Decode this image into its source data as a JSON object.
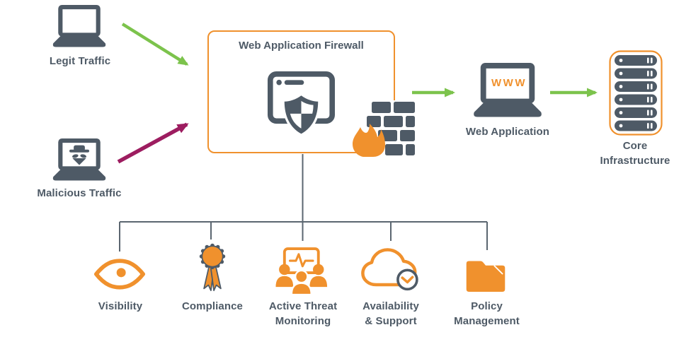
{
  "colors": {
    "orange": "#F0912D",
    "slate": "#4E5A66",
    "green": "#7CC34C",
    "magenta": "#9D1D60",
    "connector_gray": "#5B6670"
  },
  "sources": {
    "legit": {
      "label": "Legit Traffic",
      "icon": "laptop-icon",
      "arrow_color": "#7CC34C"
    },
    "malicious": {
      "label": "Malicious Traffic",
      "icon": "spy-laptop-icon",
      "arrow_color": "#9D1D60"
    }
  },
  "waf": {
    "title": "Web Application Firewall",
    "icons": [
      "browser-shield-icon",
      "firewall-bricks-flame-icon"
    ]
  },
  "web_application": {
    "label": "Web Application",
    "screen_text": "WWW",
    "icon": "laptop-www-icon"
  },
  "core_infrastructure": {
    "lines": [
      "Core",
      "Infrastructure"
    ],
    "icon": "server-rack-icon"
  },
  "features": [
    {
      "label_lines": [
        "Visibility"
      ],
      "icon": "eye-icon"
    },
    {
      "label_lines": [
        "Compliance"
      ],
      "icon": "award-ribbon-icon"
    },
    {
      "label_lines": [
        "Active Threat",
        "Monitoring"
      ],
      "icon": "team-monitor-icon"
    },
    {
      "label_lines": [
        "Availability",
        "& Support"
      ],
      "icon": "cloud-clock-icon"
    },
    {
      "label_lines": [
        "Policy",
        "Management"
      ],
      "icon": "folder-icon"
    }
  ]
}
